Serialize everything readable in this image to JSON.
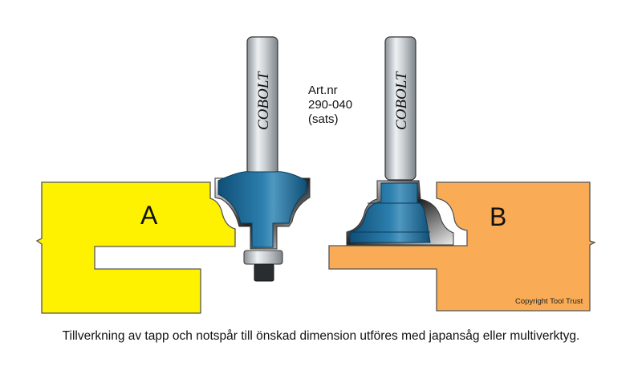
{
  "brand": "COBOLT",
  "article": {
    "line1": "Art.nr",
    "line2": "290-040",
    "line3": "(sats)"
  },
  "pieces": {
    "a_label": "A",
    "b_label": "B"
  },
  "caption": "Tillverkning av tapp och notspår till önskad dimension utföres med japansåg eller multiverktyg.",
  "copyright": "Copyright Tool Trust",
  "colors": {
    "piece_a": "#FFF200",
    "piece_b": "#F9AC55",
    "cutter_blue": "#1F6A96",
    "shank": "#C8CDD2"
  }
}
